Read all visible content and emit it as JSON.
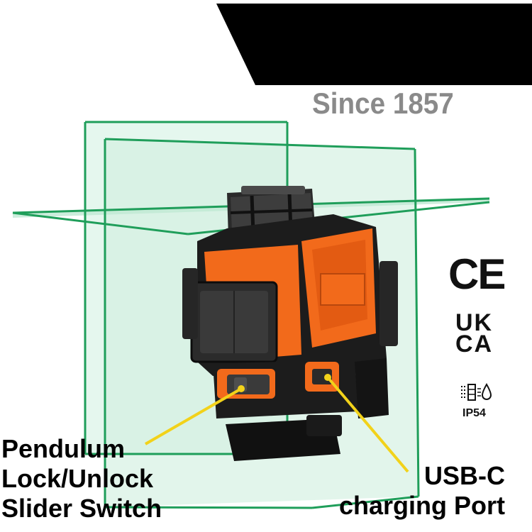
{
  "banner": {
    "tagline": "Since 1857"
  },
  "certifications": {
    "ce": "CE",
    "ukca_line1": "UK",
    "ukca_line2": "CA",
    "ip_rating": "IP54",
    "ip_icon": "dust-water-protection-icon"
  },
  "callouts": {
    "left": {
      "line1": "Pendulum",
      "line2": "Lock/Unlock",
      "line3": "Slider Switch"
    },
    "right": {
      "line1": "USB-C",
      "line2": "charging Port"
    }
  },
  "colors": {
    "laser_green": "#1f9e5a",
    "laser_fill": "#d8f3e6",
    "tool_orange": "#f26a1b",
    "tool_black": "#1c1c1c",
    "callout_yellow": "#f2d21a",
    "banner_black": "#000000",
    "tagline_gray": "#8a8a8a"
  }
}
